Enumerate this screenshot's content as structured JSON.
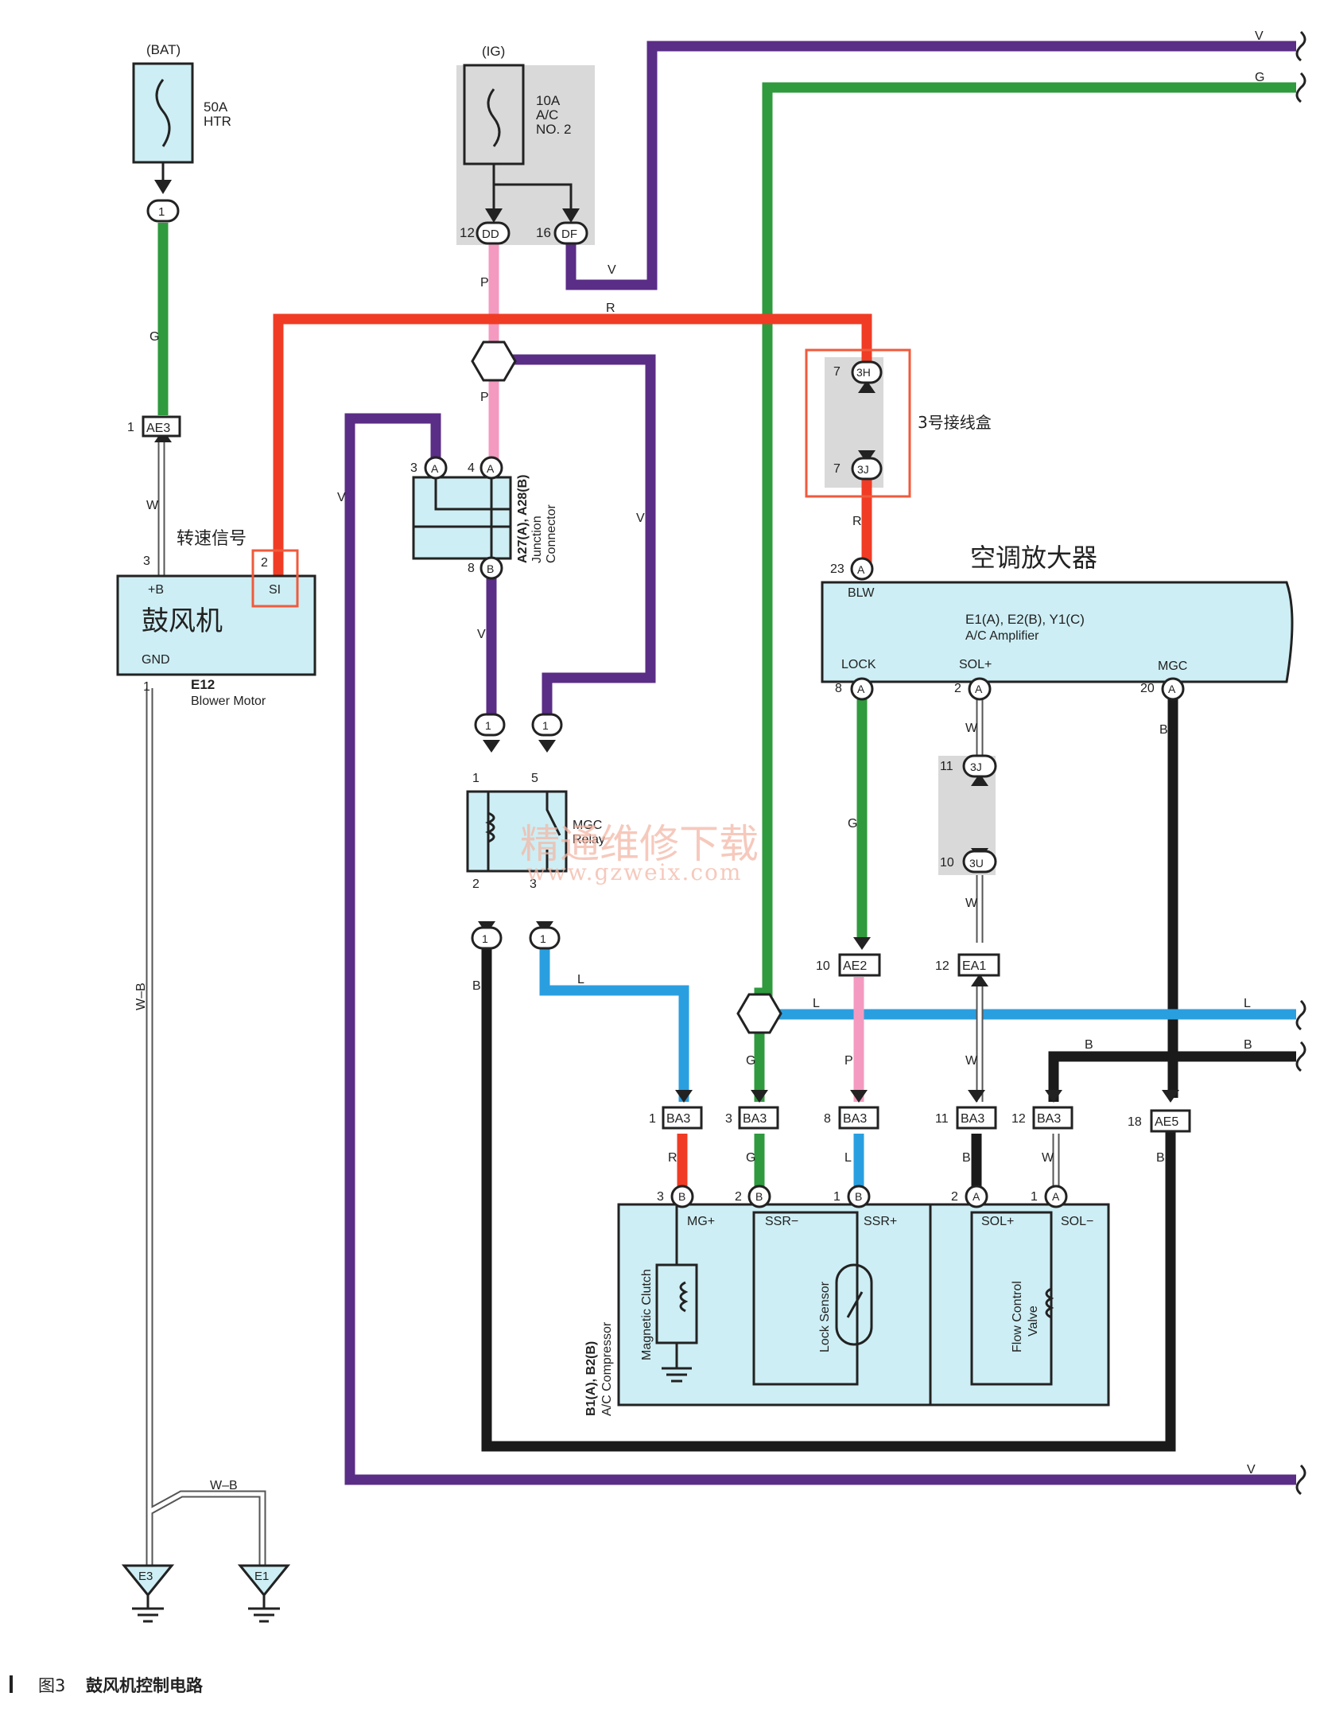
{
  "caption": {
    "figure_no": "图3",
    "title": "鼓风机控制电路"
  },
  "watermark": {
    "line1": "精通维修下载",
    "line2": "www.gzweix.com"
  },
  "sources": {
    "bat": "(BAT)",
    "ig": "(IG)"
  },
  "fuses": {
    "htr": {
      "rating": "50A",
      "name": "HTR"
    },
    "ac2": {
      "rating": "10A",
      "line2": "A/C",
      "line3": "NO. 2"
    }
  },
  "junction_box_3": {
    "label": "3号接线盒"
  },
  "components": {
    "blower_motor": {
      "cn": "鼓风机",
      "code": "E12",
      "name": "Blower Motor",
      "pin_b": "+B",
      "pin_si": "SI",
      "pin_gnd": "GND",
      "speed_signal": "转速信号"
    },
    "junction_connector": {
      "code": "A27(A), A28(B)",
      "name1": "Junction",
      "name2": "Connector"
    },
    "mgc_relay": {
      "name1": "MGC",
      "name2": "Relay"
    },
    "ac_amplifier": {
      "cn": "空调放大器",
      "code": "E1(A), E2(B), Y1(C)",
      "name": "A/C Amplifier",
      "pin_blw": "BLW",
      "pin_lock": "LOCK",
      "pin_sol": "SOL+",
      "pin_mgc": "MGC"
    },
    "compressor": {
      "code": "B1(A), B2(B)",
      "name": "A/C Compressor",
      "clutch": "Magnetic Clutch",
      "lock_sensor": "Lock Sensor",
      "valve1": "Flow Control",
      "valve2": "Valve",
      "pin_mg": "MG+",
      "pin_ssrm": "SSR−",
      "pin_ssrp": "SSR+",
      "pin_solp": "SOL+",
      "pin_solm": "SOL−"
    }
  },
  "connectors": {
    "ae3": "AE3",
    "ae2": "AE2",
    "ea1": "EA1",
    "ae5": "AE5",
    "ba3": "BA3",
    "dd": "DD",
    "df": "DF",
    "h3": "3H",
    "j3": "3J",
    "u3": "3U",
    "a": "A",
    "b": "B",
    "one": "1"
  },
  "grounds": {
    "e3": "E3",
    "e1": "E1"
  },
  "pins": {
    "p1": "1",
    "p2": "2",
    "p3": "3",
    "p4": "4",
    "p5": "5",
    "p7": "7",
    "p8": "8",
    "p10": "10",
    "p11": "11",
    "p12": "12",
    "p16": "16",
    "p18": "18",
    "p20": "20",
    "p23": "23"
  },
  "wire_codes": {
    "V": "V",
    "G": "G",
    "R": "R",
    "P": "P",
    "W": "W",
    "B": "B",
    "L": "L",
    "WB": "W–B"
  },
  "colors": {
    "violet": "#5a2d86",
    "green": "#2f9a3e",
    "red": "#f03c24",
    "pink": "#f49ac0",
    "blue": "#2a9fe0",
    "black": "#1a1a1a",
    "white_wire": "#ffffff",
    "box_fill": "#cdeef4",
    "shade": "#d9d9d9",
    "highlight": "#f05a3c"
  }
}
